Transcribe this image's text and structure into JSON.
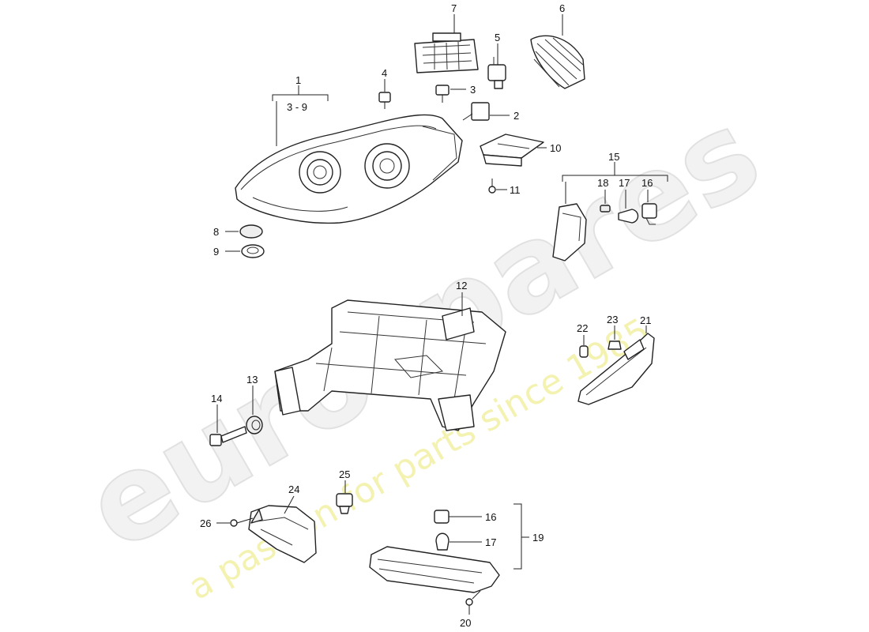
{
  "watermark": {
    "brand": "eurospares",
    "tagline": "a passion for parts since 1985"
  },
  "callouts": {
    "c1": "1",
    "c1_range": "3 - 9",
    "c2": "2",
    "c3": "3",
    "c4": "4",
    "c5": "5",
    "c6": "6",
    "c7": "7",
    "c8": "8",
    "c9": "9",
    "c10": "10",
    "c11": "11",
    "c12": "12",
    "c13": "13",
    "c14": "14",
    "c15": "15",
    "c16a": "16",
    "c16b": "16",
    "c17a": "17",
    "c17b": "17",
    "c18": "18",
    "c19": "19",
    "c20": "20",
    "c21": "21",
    "c22": "22",
    "c23": "23",
    "c24": "24",
    "c25": "25",
    "c26": "26"
  }
}
